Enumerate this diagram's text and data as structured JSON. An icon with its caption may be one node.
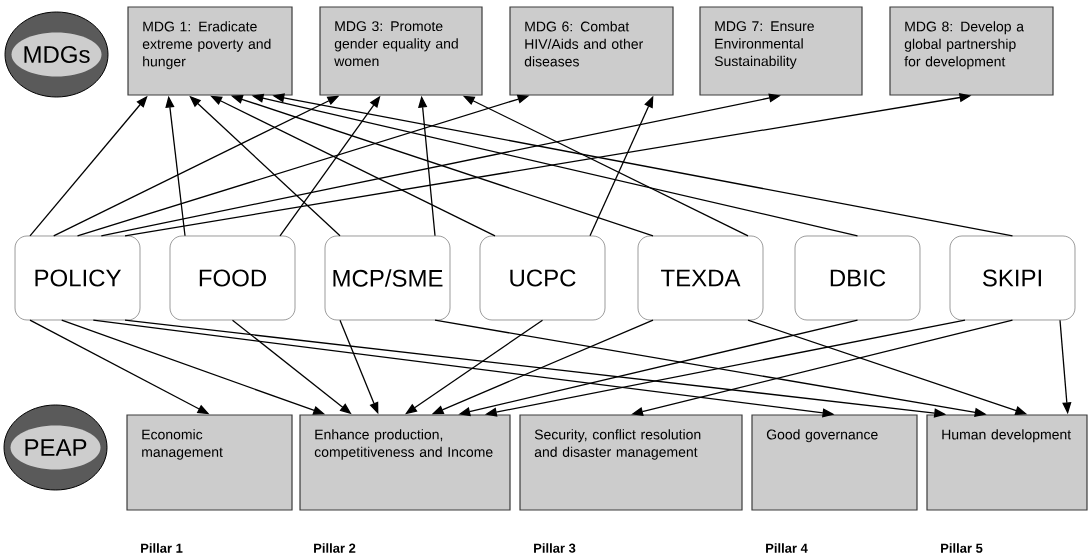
{
  "diagram": {
    "nodes": [
      {
        "text": [
          "MDGs"
        ]
      },
      {
        "text": [
          "MDG 1: Eradicate extreme poverty and hunger"
        ]
      },
      {
        "text": [
          "MDG 3: Promote gender equality and women"
        ]
      },
      {
        "text": [
          "MDG 6: Combat HIV/Aids and other diseases"
        ]
      },
      {
        "text": [
          "MDG 7: Ensure Environmental Sustainability"
        ]
      },
      {
        "text": [
          "MDG 8: Develop a global partnership for development"
        ]
      },
      {
        "text": [
          "POLICY"
        ]
      },
      {
        "text": [
          "FOOD"
        ]
      },
      {
        "text": [
          "MCP/SME"
        ]
      },
      {
        "text": [
          "UCPC"
        ]
      },
      {
        "text": [
          "TEXDA"
        ]
      },
      {
        "text": [
          "DBIC"
        ]
      },
      {
        "text": [
          "SKIPI"
        ]
      },
      {
        "text": [
          "PEAP"
        ]
      },
      {
        "text": [
          "Economic management"
        ],
        "beside": [
          "Pillar 1"
        ]
      },
      {
        "text": [
          "Enhance production, competitiveness and Income"
        ],
        "beside": [
          "Pillar 2"
        ]
      },
      {
        "text": [
          "Security, conflict resolution and disaster management"
        ],
        "beside": [
          "Pillar 3"
        ]
      },
      {
        "text": [
          "Good governance"
        ],
        "beside": [
          "Pillar 4"
        ]
      },
      {
        "text": [
          "Human development"
        ],
        "beside": [
          "Pillar 5"
        ]
      }
    ],
    "edges": [
      {
        "from": 6,
        "to": 1,
        "arrow": "to"
      },
      {
        "from": 7,
        "to": 1,
        "arrow": "to"
      },
      {
        "from": 8,
        "to": 1,
        "arrow": "to"
      },
      {
        "from": 9,
        "to": 1,
        "arrow": "to"
      },
      {
        "from": 10,
        "to": 1,
        "arrow": "to"
      },
      {
        "from": 11,
        "to": 1,
        "arrow": "to"
      },
      {
        "from": 12,
        "to": 1,
        "arrow": "to"
      },
      {
        "from": 6,
        "to": 2,
        "arrow": "to"
      },
      {
        "from": 7,
        "to": 2,
        "arrow": "to"
      },
      {
        "from": 8,
        "to": 2,
        "arrow": "to"
      },
      {
        "from": 10,
        "to": 2,
        "arrow": "to"
      },
      {
        "from": 6,
        "to": 3,
        "arrow": "to"
      },
      {
        "from": 9,
        "to": 3,
        "arrow": "to"
      },
      {
        "from": 6,
        "to": 4,
        "arrow": "to"
      },
      {
        "from": 6,
        "to": 5,
        "arrow": "to"
      },
      {
        "from": 6,
        "to": 14,
        "arrow": "to"
      },
      {
        "from": 6,
        "to": 15,
        "arrow": "to"
      },
      {
        "from": 6,
        "to": 17,
        "arrow": "to"
      },
      {
        "from": 6,
        "to": 18,
        "arrow": "to"
      },
      {
        "from": 7,
        "to": 15,
        "arrow": "to"
      },
      {
        "from": 8,
        "to": 15,
        "arrow": "to"
      },
      {
        "from": 8,
        "to": 18,
        "arrow": "to"
      },
      {
        "from": 9,
        "to": 15,
        "arrow": "to"
      },
      {
        "from": 10,
        "to": 15,
        "arrow": "to"
      },
      {
        "from": 10,
        "to": 18,
        "arrow": "to"
      },
      {
        "from": 11,
        "to": 15,
        "arrow": "to"
      },
      {
        "from": 12,
        "to": 15,
        "arrow": "to"
      },
      {
        "from": 12,
        "to": 16,
        "arrow": "to"
      },
      {
        "from": 12,
        "to": 18,
        "arrow": "to"
      }
    ]
  }
}
